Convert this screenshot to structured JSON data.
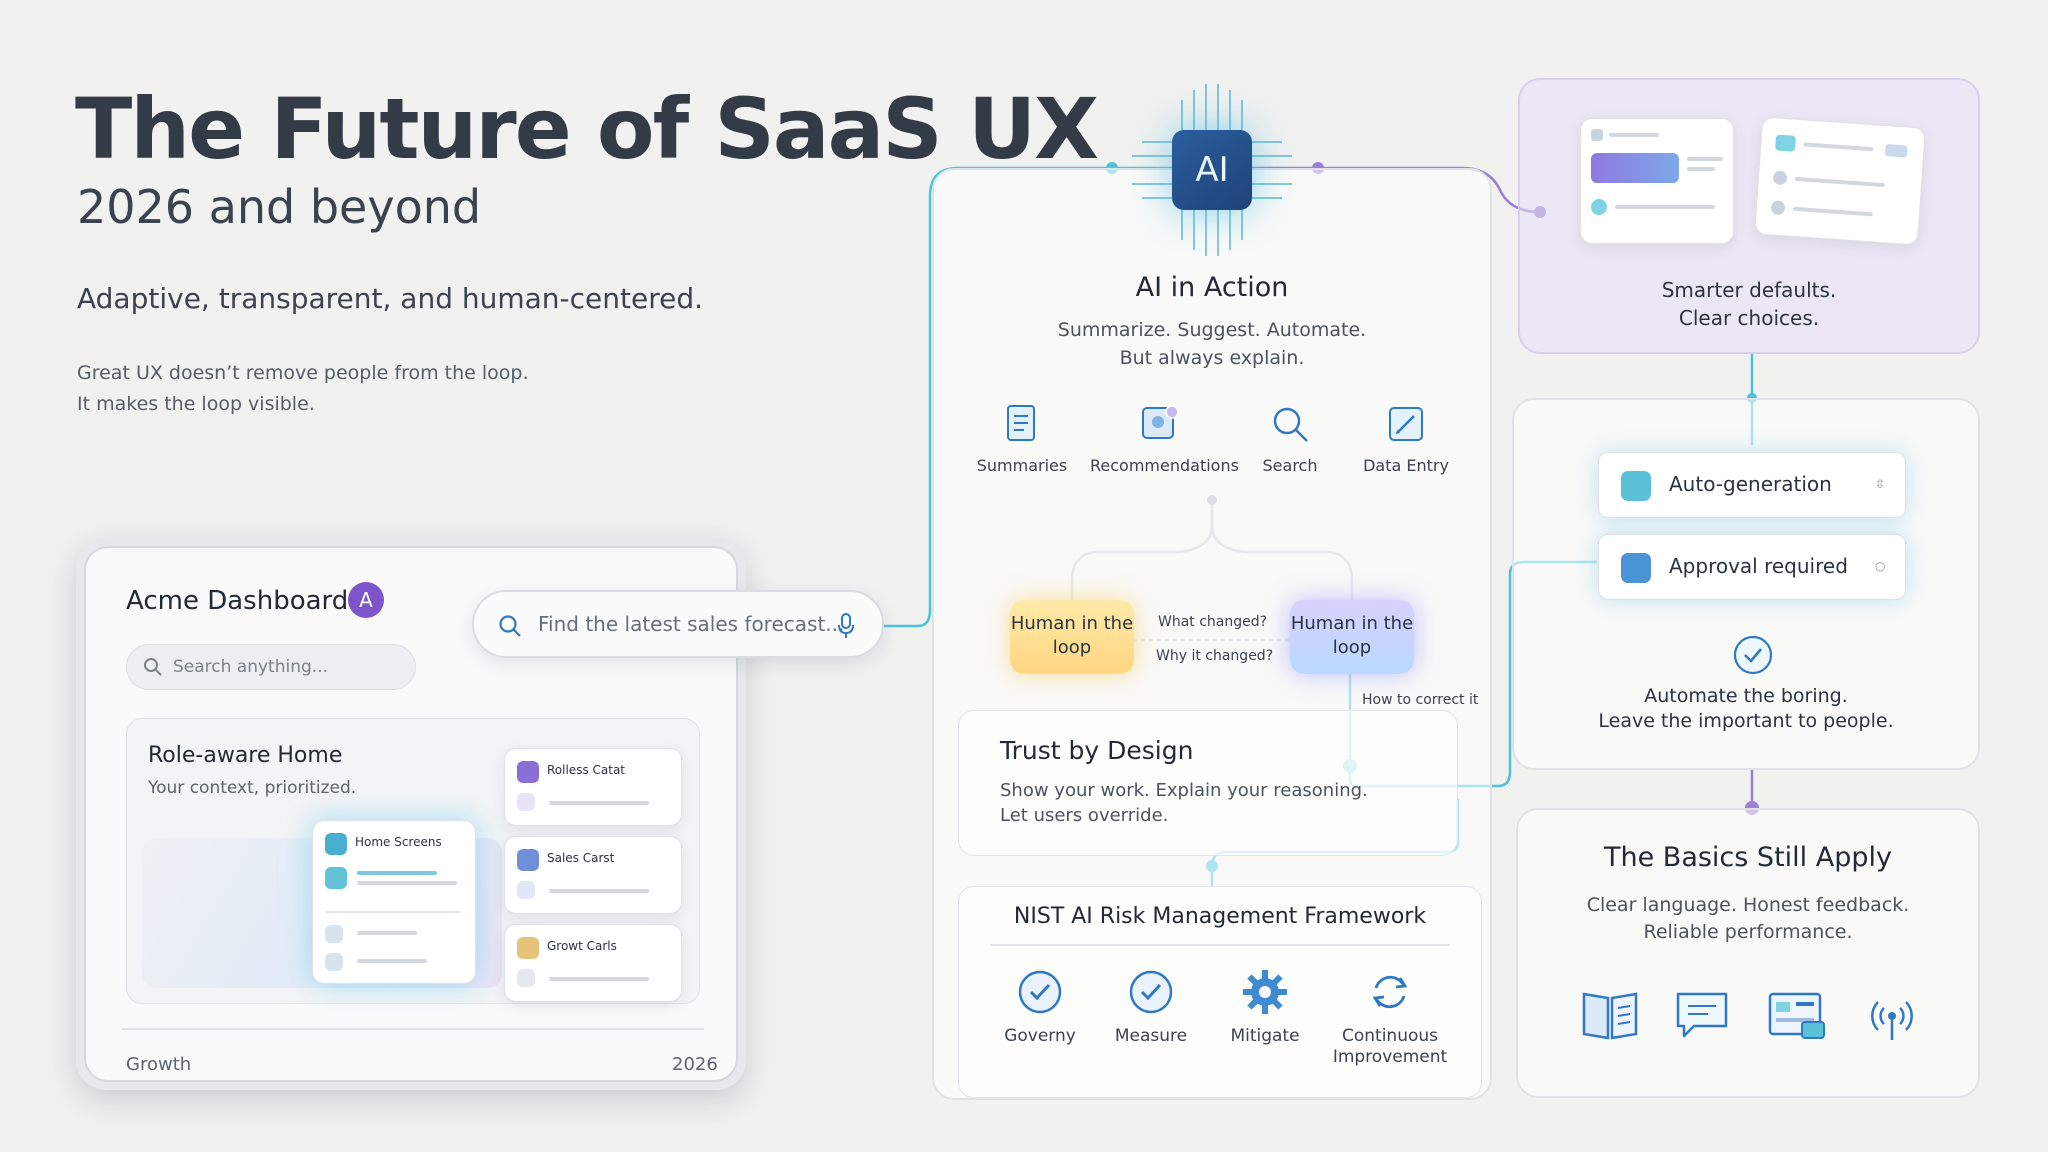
{
  "header": {
    "title": "The Future of SaaS UX",
    "subtitle": "2026 and beyond",
    "tagline": "Adaptive, transparent, and human-centered.",
    "quote_line1": "Great UX doesn’t remove people from the loop.",
    "quote_line2": "It makes the loop visible."
  },
  "dashboard": {
    "title": "Acme Dashboard",
    "avatar_letter": "A",
    "search_placeholder": "Search anything...",
    "role_title": "Role-aware Home",
    "role_subtitle": "Your context, prioritized.",
    "home_card_label": "Home Screens",
    "side_cards": [
      "Rolless Catat",
      "Sales Carst",
      "Growt Carls"
    ],
    "footer_left": "Growth",
    "footer_right": "2026"
  },
  "main_search": {
    "placeholder": "Find the latest sales forecast..."
  },
  "ai": {
    "chip_label": "AI",
    "title": "AI in Action",
    "sub_line1": "Summarize. Suggest. Automate.",
    "sub_line2": "But always explain.",
    "tools": [
      {
        "label": "Summaries",
        "icon": "document-icon"
      },
      {
        "label": "Recommendations",
        "icon": "recommendation-icon"
      },
      {
        "label": "Search",
        "icon": "search-icon"
      },
      {
        "label": "Data Entry",
        "icon": "data-entry-icon"
      }
    ],
    "hitl_left": "Human in the loop",
    "hitl_right": "Human in the loop",
    "q_what": "What changed?",
    "q_why": "Why it changed?",
    "q_how": "How to correct it"
  },
  "trust": {
    "title": "Trust by Design",
    "line1": "Show your work. Explain your reasoning.",
    "line2": "Let users override."
  },
  "nist": {
    "title": "NIST AI Risk Management Framework",
    "items": [
      {
        "label": "Governy",
        "icon": "check-circle-icon"
      },
      {
        "label": "Measure",
        "icon": "check-circle-icon"
      },
      {
        "label": "Mitigate",
        "icon": "gear-icon"
      },
      {
        "label": "Continuous Improvement",
        "icon": "refresh-icon"
      }
    ]
  },
  "defaults": {
    "line1": "Smarter defaults.",
    "line2": "Clear choices."
  },
  "automation": {
    "pill1": "Auto-generation",
    "pill2": "Approval required",
    "line1": "Automate the boring.",
    "line2": "Leave the important to people."
  },
  "basics": {
    "title": "The Basics Still Apply",
    "line1": "Clear language. Honest feedback.",
    "line2": "Reliable performance.",
    "icons": [
      "book-icon",
      "chat-bubble-icon",
      "dashboard-window-icon",
      "signal-icon"
    ]
  },
  "colors": {
    "accent_teal": "#4cc3d9",
    "accent_purple": "#9a7fd6",
    "accent_blue": "#2f78c4",
    "hitl_yellow": "#ffd680",
    "hitl_violet": "#c5c8ff"
  }
}
